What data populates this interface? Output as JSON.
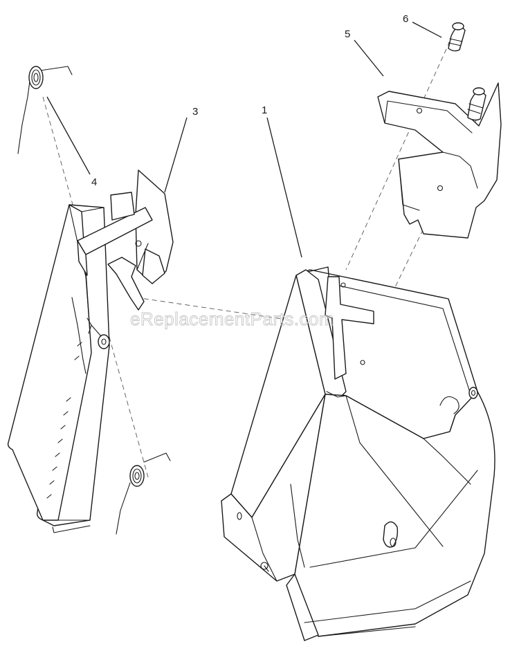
{
  "watermark": "eReplacementParts.com",
  "callouts": [
    {
      "id": "1",
      "label": "1"
    },
    {
      "id": "3",
      "label": "3"
    },
    {
      "id": "4",
      "label": "4"
    },
    {
      "id": "5",
      "label": "5"
    },
    {
      "id": "6",
      "label": "6"
    }
  ],
  "colors": {
    "line": "#1a1a1a",
    "watermark": "#c4c4c4",
    "background": "#ffffff"
  }
}
